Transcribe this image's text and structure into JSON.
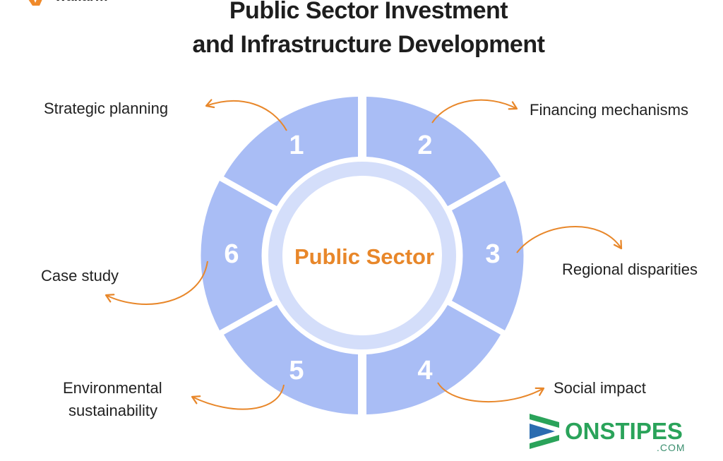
{
  "logo_top": {
    "text": "wallarm"
  },
  "title": {
    "line1": "Public Sector Investment",
    "line2": "and Infrastructure Development"
  },
  "center_label": "Public Sector",
  "segments": [
    {
      "number": "1",
      "label": "Strategic planning"
    },
    {
      "number": "2",
      "label": "Financing mechanisms"
    },
    {
      "number": "3",
      "label": "Regional disparities"
    },
    {
      "number": "4",
      "label": "Social impact"
    },
    {
      "number": "5",
      "label_line1": "Environmental",
      "label_line2": "sustainability"
    },
    {
      "number": "6",
      "label": "Case study"
    }
  ],
  "brand": {
    "name": "ONSTIPES",
    "suffix": ".COM"
  },
  "colors": {
    "segment_fill": "#a9bdf5",
    "inner_ring": "#d4defa",
    "accent_orange": "#e8872a",
    "brand_green": "#2aa35a"
  }
}
